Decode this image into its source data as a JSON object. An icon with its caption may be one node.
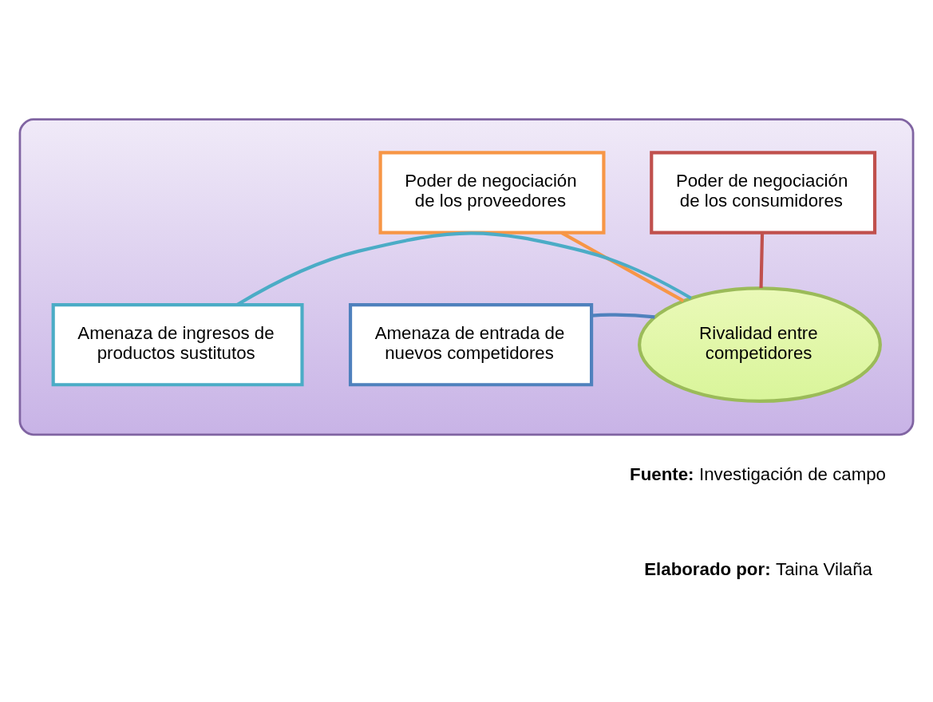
{
  "diagram": {
    "nodes": [
      {
        "text": [],
        "shape": "box"
      },
      {
        "text": [
          "Poder de negociación de los proveedores"
        ],
        "in": 0
      },
      {
        "text": [
          "Poder de negociación de los consumidores"
        ],
        "in": 0
      },
      {
        "text": [
          "Amenaza de entrada de nuevos competidores"
        ],
        "in": 0
      },
      {
        "text": [
          "Amenaza de ingresos de productos sustitutos"
        ],
        "in": 0
      },
      {
        "text": [
          "Rivalidad entre competidores"
        ],
        "in": 0
      }
    ],
    "edges": [
      {
        "from": 1,
        "to": 5,
        "arrow": "none",
        "color": "#f79646"
      },
      {
        "from": 2,
        "to": 5,
        "arrow": "none",
        "color": "#c0504d"
      },
      {
        "from": 3,
        "to": 5,
        "arrow": "none",
        "color": "#4f81bd"
      },
      {
        "from": 4,
        "to": 5,
        "arrow": "none",
        "color": "#4bacc6"
      }
    ],
    "labels": [
      "**Fuente:** Investigación de campo",
      "**Elaborado por:** Taina Vilaña"
    ]
  }
}
